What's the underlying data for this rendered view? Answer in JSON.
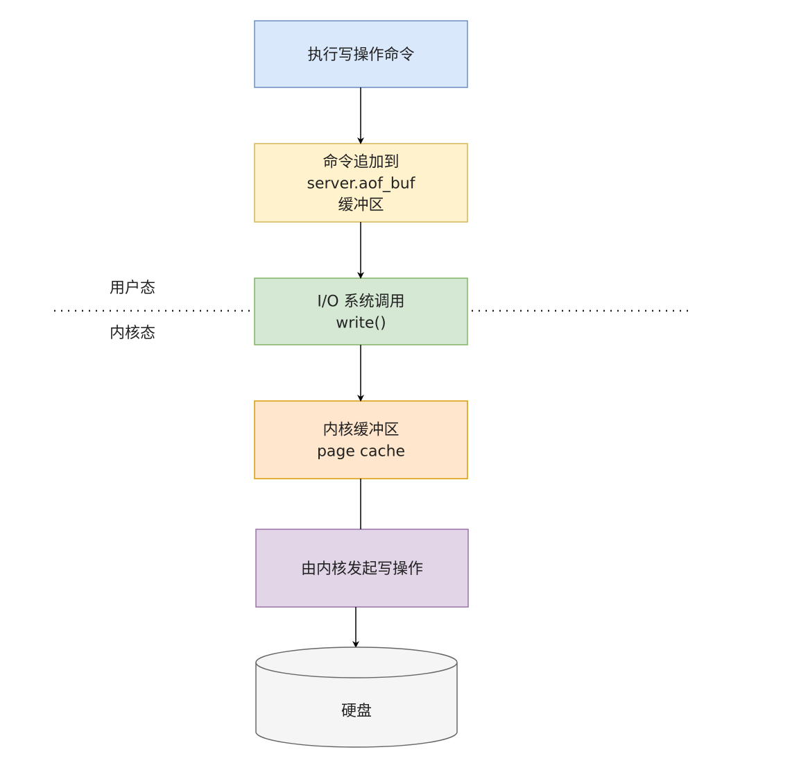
{
  "nodes": [
    {
      "id": "exec",
      "lines": [
        "执行写操作命令"
      ],
      "fill": "#dae8fc",
      "stroke": "#6c8ebf"
    },
    {
      "id": "append",
      "lines": [
        "命令追加到",
        "server.aof_buf",
        "缓冲区"
      ],
      "fill": "#fff2cc",
      "stroke": "#d6b656"
    },
    {
      "id": "syscall",
      "lines": [
        "I/O 系统调用",
        "write()"
      ],
      "fill": "#d5e8d4",
      "stroke": "#82b366"
    },
    {
      "id": "pagecache",
      "lines": [
        "内核缓冲区",
        "page cache"
      ],
      "fill": "#ffe6cc",
      "stroke": "#d79b00"
    },
    {
      "id": "kernelwrite",
      "lines": [
        "由内核发起写操作"
      ],
      "fill": "#e1d5e7",
      "stroke": "#9673a6"
    }
  ],
  "disk": {
    "label": "硬盘",
    "fill": "#f5f5f5",
    "stroke": "#666666"
  },
  "zones": {
    "user": "用户态",
    "kernel": "内核态"
  }
}
